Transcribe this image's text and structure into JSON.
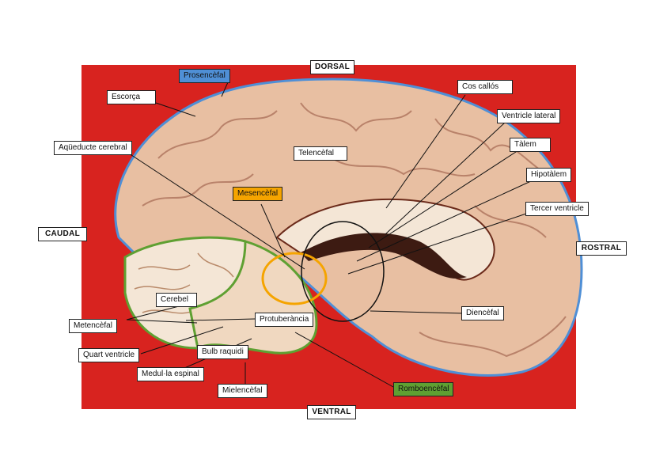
{
  "colors": {
    "background": "#d8231f",
    "prosencefal": "#4f8fd6",
    "mesencefal": "#f5a400",
    "romboencefal": "#5fa032",
    "cortex": "#e8bfa2",
    "white_matter": "#f4e6d6"
  },
  "directions": {
    "dorsal": "DORSAL",
    "ventral": "VENTRAL",
    "caudal": "CAUDAL",
    "rostral": "ROSTRAL"
  },
  "labels": {
    "prosencefal": "Prosencèfal",
    "escorca": "Escorça",
    "aqueducte": "Aqüeducte cerebral",
    "telencefal": "Telencèfal",
    "mesencefal": "Mesencèfal",
    "cos_callos": "Cos callós",
    "ventricle_lateral": "Ventricle lateral",
    "talem": "Tàlem",
    "hipotalem": "Hipotàlem",
    "tercer_ventricle": "Tercer ventricle",
    "cerebel": "Cerebel",
    "metencefal": "Metencèfal",
    "protuberancia": "Protuberància",
    "quart_ventricle": "Quart ventricle",
    "bulb_raquidi": "Bulb raquidi",
    "medulla": "Medul·la espinal",
    "mielencefal": "Mielencèfal",
    "diencefal": "Diencèfal",
    "romboencefal": "Romboencèfal"
  }
}
